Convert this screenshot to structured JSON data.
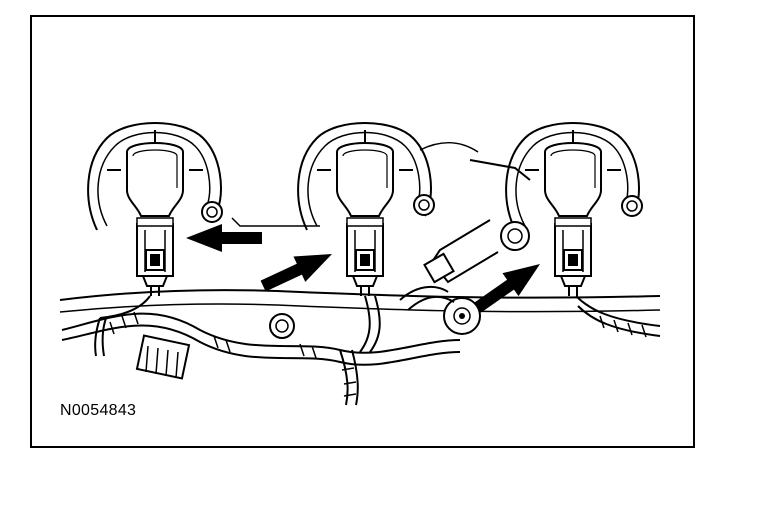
{
  "figure": {
    "id_label": "N0054843",
    "line_color": "#000000",
    "background_color": "#ffffff"
  },
  "illustration": {
    "coil_count": 3,
    "arrow_count": 3
  }
}
